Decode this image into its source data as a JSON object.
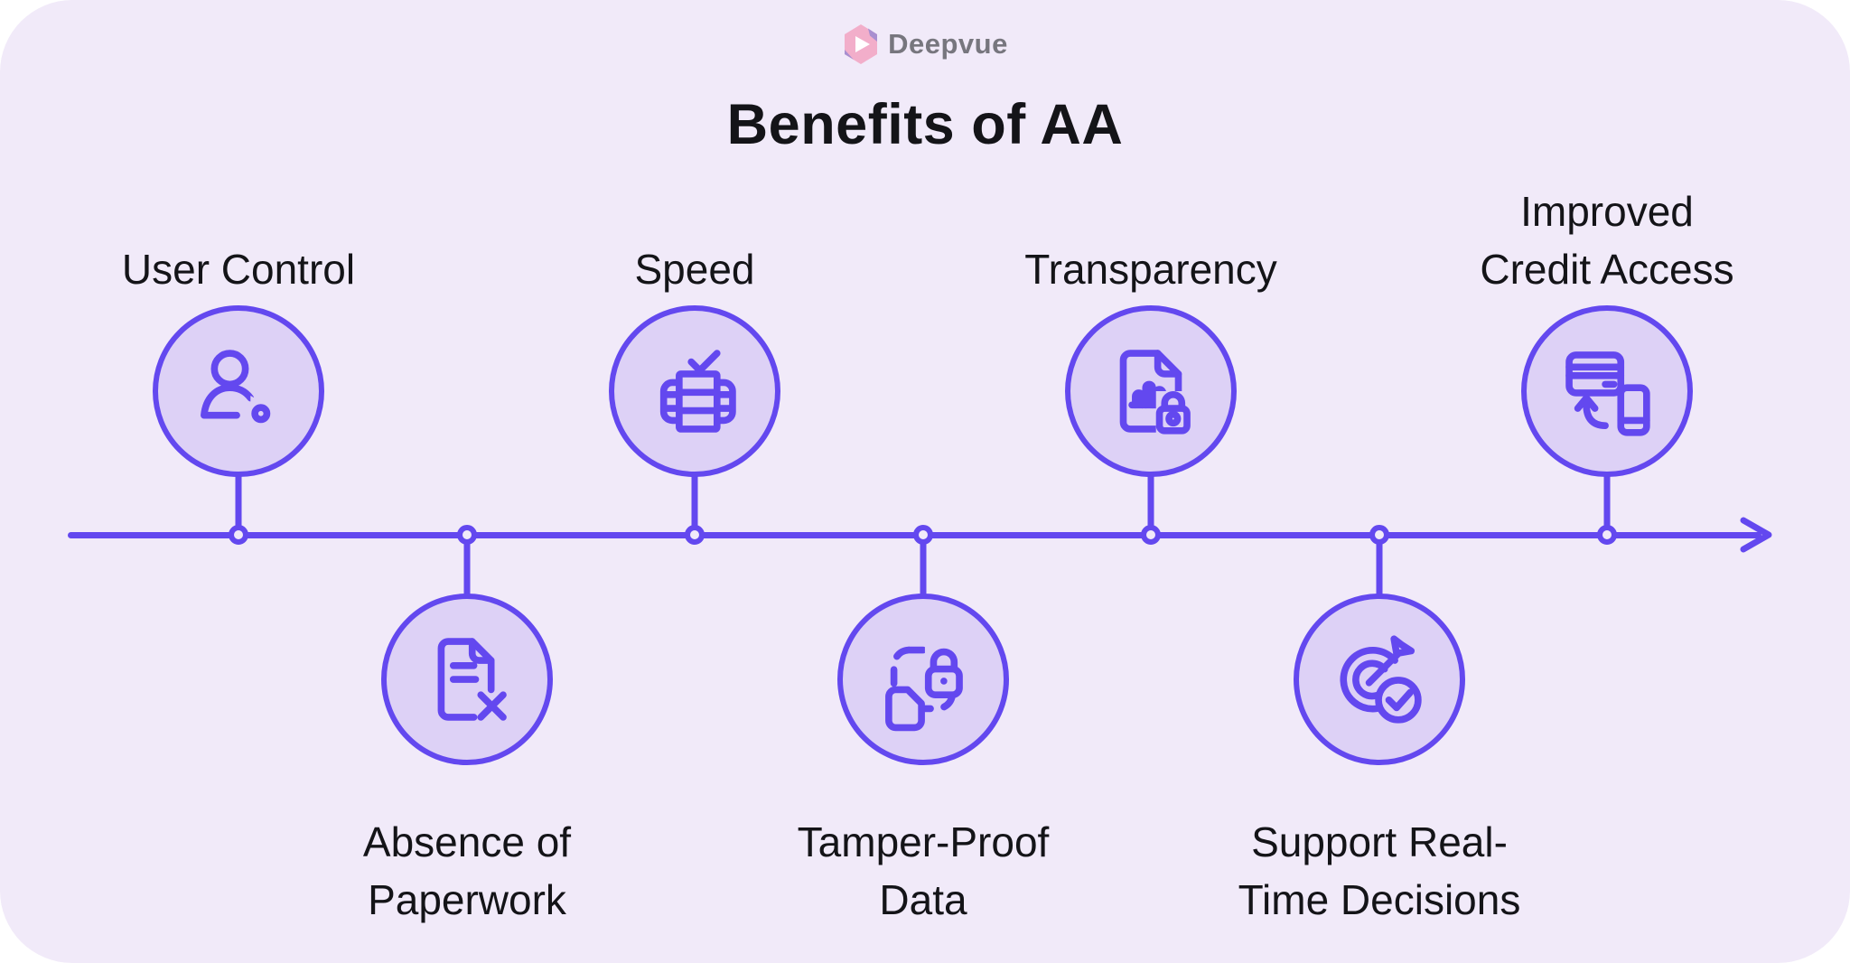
{
  "theme": {
    "background": "#f1eaf9",
    "accent": "#6348ef",
    "circle_fill": "#ddd1f6",
    "text": "#141418",
    "logo_text_color": "#77767e",
    "logo_pink": "#f2aeca",
    "logo_purple": "#a88fd0"
  },
  "logo": {
    "brand": "Deepvue",
    "icon": "deepvue-hexagon-logo"
  },
  "title": "Benefits of AA",
  "timeline": {
    "shape": "horizontal-arrow-right",
    "node_count": 7
  },
  "items": [
    {
      "label": "User Control",
      "icon": "user-gear-icon",
      "side": "top"
    },
    {
      "label": "Absence of\nPaperwork",
      "icon": "document-x-icon",
      "side": "bottom"
    },
    {
      "label": "Speed",
      "icon": "server-check-icon",
      "side": "top"
    },
    {
      "label": "Tamper-Proof\nData",
      "icon": "dashed-box-lock-icon",
      "side": "bottom"
    },
    {
      "label": "Transparency",
      "icon": "report-lock-icon",
      "side": "top"
    },
    {
      "label": "Support Real-\nTime Decisions",
      "icon": "target-check-icon",
      "side": "bottom"
    },
    {
      "label": "Improved\nCredit Access",
      "icon": "card-phone-swap-icon",
      "side": "top"
    }
  ]
}
